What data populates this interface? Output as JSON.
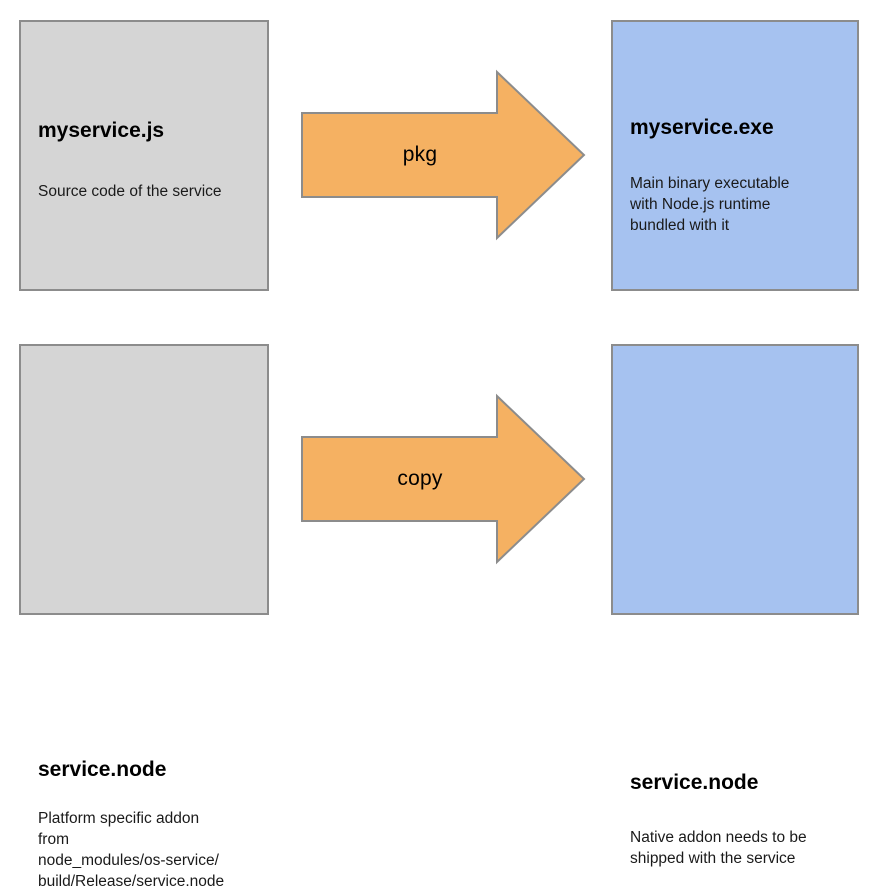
{
  "diagram": {
    "title": "pkg packaging of a Node.js service with native addon",
    "colors": {
      "source_box_fill": "#d5d5d5",
      "output_box_fill": "#a6c2f0",
      "arrow_fill": "#f5b162",
      "stroke": "#8c8c8c",
      "text": "#000000"
    },
    "boxes": [
      {
        "id": "source-js",
        "title": "myservice.js",
        "description": "Source code of the service"
      },
      {
        "id": "output-exe",
        "title": "myservice.exe",
        "description": "Main binary executable\nwith Node.js runtime\nbundled with it"
      },
      {
        "id": "source-addon",
        "title": "service.node",
        "description": "Platform specific addon\nfrom\nnode_modules/os-service/\nbuild/Release/service.node"
      },
      {
        "id": "output-addon",
        "title": "service.node",
        "description": "Native addon needs to be\nshipped with the service"
      }
    ],
    "arrows": [
      {
        "id": "arrow-pkg",
        "label": "pkg"
      },
      {
        "id": "arrow-copy",
        "label": "copy"
      }
    ]
  }
}
